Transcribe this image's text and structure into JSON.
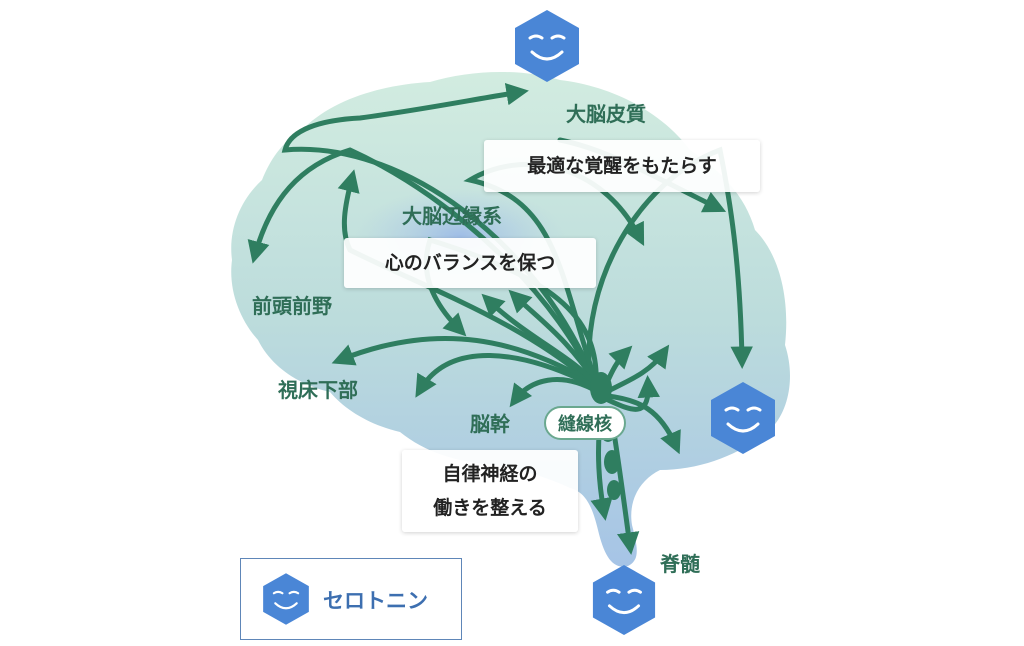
{
  "labels": {
    "cortex": "大脳皮質",
    "limbic": "大脳辺縁系",
    "prefrontal": "前頭前野",
    "hypothalamus": "視床下部",
    "brainstem": "脳幹",
    "raphe": "縫線核",
    "spinal": "脊髄"
  },
  "callouts": {
    "arousal": "最適な覚醒をもたらす",
    "balance": "心のバランスを保つ",
    "autonomic_line1": "自律神経の",
    "autonomic_line2": "働きを整える"
  },
  "legend": {
    "label": "セロトニン",
    "icon": "serotonin-face-hexagon-icon"
  },
  "colors": {
    "arrow": "#2f7e60",
    "hex": "#4a86d6",
    "label": "#2f6e57",
    "brain_top": "#cfe9df",
    "brain_bottom": "#a8c7e6"
  }
}
